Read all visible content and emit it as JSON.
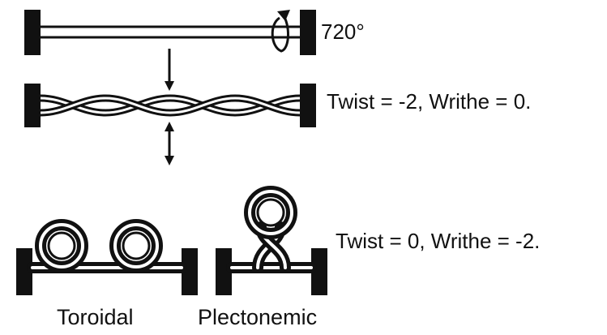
{
  "diagram": {
    "rotation_label": "720°",
    "state_twisted": "Twist = -2, Writhe = 0.",
    "state_supercoiled": "Twist = 0, Writhe = -2.",
    "captions": {
      "toroidal": "Toroidal",
      "plectonemic": "Plectonemic"
    },
    "colors": {
      "ink": "#111111",
      "background": "#ffffff"
    }
  }
}
